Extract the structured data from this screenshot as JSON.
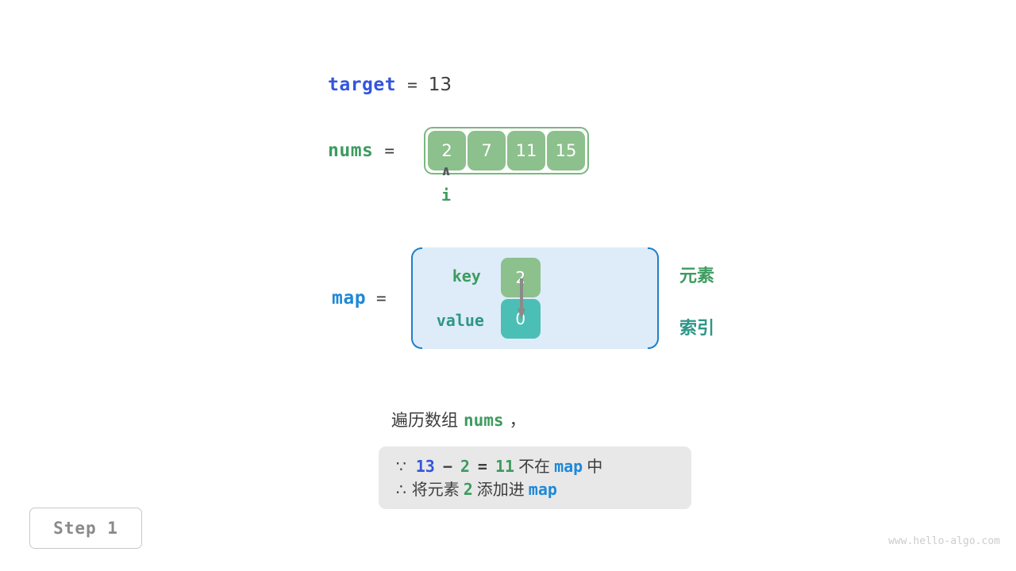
{
  "target": {
    "name": "target",
    "equals": "=",
    "value": "13"
  },
  "nums": {
    "name": "nums",
    "equals": "=",
    "cells": [
      "2",
      "7",
      "11",
      "15"
    ]
  },
  "pointer": {
    "caret": "∧",
    "label": "i"
  },
  "map": {
    "name": "map",
    "equals": "=",
    "key_label": "key",
    "value_label": "value",
    "key_cell": "2",
    "value_cell": "0",
    "arrow_icon": "down-arrow-icon"
  },
  "annotations": {
    "element": "元素",
    "index": "索引"
  },
  "caption": {
    "prefix": "遍历数组",
    "code": "nums",
    "suffix": "，"
  },
  "inference": {
    "line1": {
      "symbol": "∵",
      "a": "13",
      "minus": "−",
      "b": "2",
      "eq": "=",
      "c": "11",
      "text1": "不在",
      "map": "map",
      "text2": "中"
    },
    "line2": {
      "symbol": "∴",
      "text1": "将元素",
      "a": "2",
      "text2": "添加进",
      "map": "map"
    }
  },
  "step": {
    "label": "Step 1"
  },
  "watermark": {
    "text": "www.hello-algo.com"
  },
  "colors": {
    "target_blue": "#3355dd",
    "nums_green": "#3e9b5f",
    "map_blue": "#1e88d6",
    "cell_green": "#8cc08c",
    "cell_teal": "#4bbfb5",
    "map_box_fill": "#ddecf8",
    "map_box_border": "#1f7fc9",
    "inference_bg": "#e8e8e8",
    "index_teal": "#2e9688"
  }
}
